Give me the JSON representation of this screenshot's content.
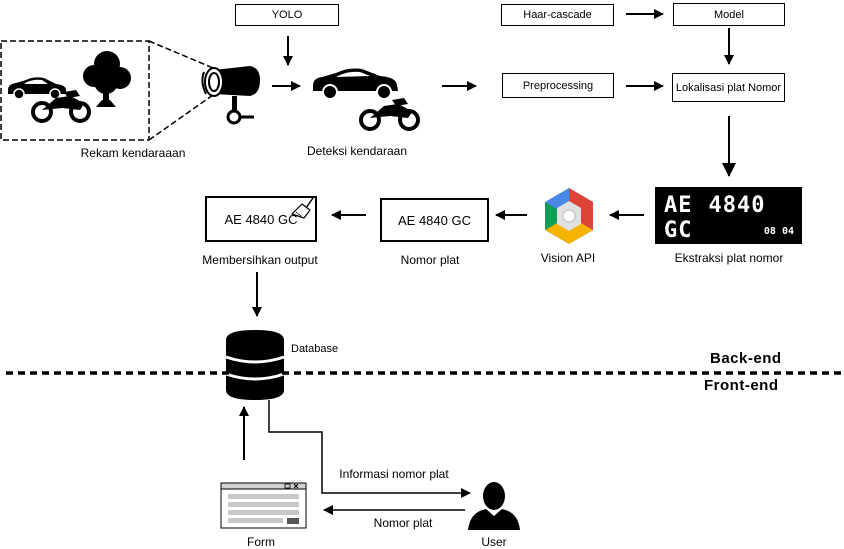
{
  "top": {
    "yolo": "YOLO",
    "haar_cascade": "Haar-cascade",
    "model": "Model",
    "preprocessing": "Preprocessing",
    "lokalisasi": "Lokalisasi plat Nomor"
  },
  "stages": {
    "rekam": "Rekam kendaraaan",
    "deteksi": "Deteksi kendaraan",
    "ekstraksi": "Ekstraksi plat nomor",
    "vision_api": "Vision API",
    "nomor_plat": "Nomor plat",
    "membersihkan": "Membersihkan output",
    "database": "Database"
  },
  "plate": {
    "part1": "AE",
    "part2": "4840",
    "part3": "GC",
    "date": "08 04"
  },
  "plate_text": {
    "nomor_plat_box": "AE 4840 GC",
    "cleaned_box": "AE 4840 GC"
  },
  "sections": {
    "back_end": "Back-end",
    "front_end": "Front-end"
  },
  "bottom": {
    "informasi": "Informasi nomor plat",
    "nomor_plat": "Nomor plat",
    "form": "Form",
    "user": "User"
  },
  "colors": {
    "vision_blue": "#4a86e8",
    "vision_red": "#db4437",
    "vision_yellow": "#f4b400",
    "vision_green": "#0f9d58"
  },
  "icons": [
    "camera-icon",
    "car-icon",
    "motorcycle-icon",
    "tree-icon",
    "vision-api-icon",
    "broom-icon",
    "database-icon",
    "form-window-icon",
    "user-icon"
  ]
}
